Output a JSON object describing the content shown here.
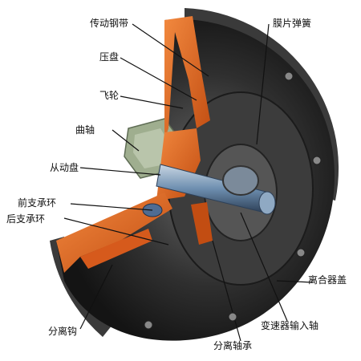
{
  "labels": {
    "belt": "传动钢带",
    "diaphragm_spring": "膜片弹簧",
    "pressure_plate": "压盘",
    "flywheel": "飞轮",
    "crankshaft": "曲轴",
    "driven_disc": "从动盘",
    "front_support_ring": "前支承环",
    "rear_support_ring": "后支承环",
    "clutch_cover": "离合器盖",
    "release_lever": "分离钩",
    "input_shaft": "变速器输入轴",
    "release_bearing": "分离轴承"
  },
  "colors": {
    "housing_dark": "#2b2b2b",
    "section_orange": "#e8641e",
    "crankshaft_green": "#9fae8f",
    "shaft_blue": "#6e8fb0",
    "highlight_gray": "#8a8a8a"
  }
}
